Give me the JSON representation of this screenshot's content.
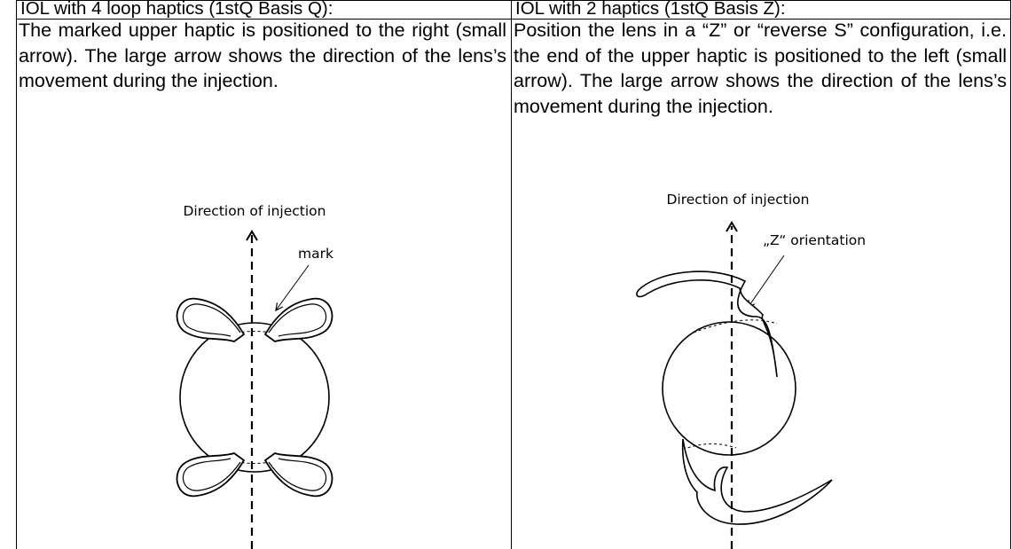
{
  "left": {
    "header": "IOL with 4 loop haptics (1stQ Basis Q):",
    "text": "The marked upper haptic is positioned to the right (small arrow). The large arrow shows the direction of the lens’s movement during the injection.",
    "figure": {
      "direction_label": "Direction of injection",
      "mark_label": "mark"
    }
  },
  "right": {
    "header": "IOL with 2 haptics (1stQ Basis Z):",
    "text": "Position the lens in a “Z” or “reverse S” configuration, i.e. the end of the upper haptic is positioned to the left (small arrow). The large arrow shows the direction of the lens’s movement during the injection.",
    "figure": {
      "direction_label": "Direction of injection",
      "orientation_label": "„Z“ orientation"
    }
  }
}
